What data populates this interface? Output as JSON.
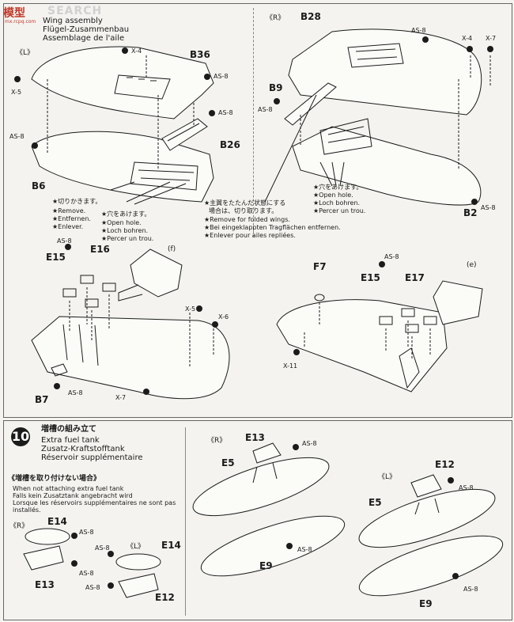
{
  "watermark": {
    "brand_cn": "模型",
    "brand_en": "SEARCH",
    "brand_url": "mx.rcpq.com"
  },
  "step9": {
    "title_en": "Wing assembly",
    "title_de": "Flügel-Zusammenbau",
    "title_fr": "Assemblage de l'aile",
    "left_panel": {
      "side": "《L》",
      "parts": [
        "X-4",
        "X-5",
        "B36",
        "AS-8",
        "AS-8",
        "B26",
        "B6"
      ],
      "note_cut": [
        "★切りかきます。",
        "★Remove.",
        "★Entfernen.",
        "★Enlever."
      ],
      "note_hole": [
        "★穴をあけます。",
        "★Open hole.",
        "★Loch bohren.",
        "★Percer un trou."
      ]
    },
    "right_panel": {
      "side": "《R》",
      "parts": [
        "B28",
        "AS-8",
        "X-4",
        "X-7",
        "B9",
        "AS-8",
        "B2",
        "AS-8"
      ],
      "note_hole": [
        "★穴をあけます。",
        "★Open hole.",
        "★Loch bohren.",
        "★Percer un trou."
      ],
      "note_folded": [
        "★主翼をたたんだ状態にする",
        "場合は、切り取ります。",
        "★Remove for folded wings.",
        "★Bei eingeklappten Tragflächen entfernen.",
        "★Enlever pour ailes repliées."
      ]
    },
    "lower_left": {
      "parts": [
        "AS-8",
        "E15",
        "E16",
        "(f)",
        "X-5",
        "X-6",
        "B7",
        "AS-8",
        "X-7"
      ]
    },
    "lower_right": {
      "parts": [
        "F7",
        "AS-8",
        "E15",
        "E17",
        "(e)",
        "X-11"
      ]
    }
  },
  "step10": {
    "number": "10",
    "title_jp": "増槽の組み立て",
    "title_en": "Extra fuel tank",
    "title_de": "Zusatz-Kraftstofftank",
    "title_fr": "Réservoir supplémentaire",
    "sub_jp": "《増槽を取り付けない場合》",
    "sub_en": "When not attaching extra fuel tank",
    "sub_de": "Falls kein Zusatztank angebracht wird",
    "sub_fr1": "Lorsque les réservoirs supplémentaires ne sont pas",
    "sub_fr2": "installés.",
    "small_r": {
      "side": "《R》",
      "parts": [
        "E14",
        "AS-8",
        "AS-8",
        "E13"
      ]
    },
    "small_l": {
      "side": "《L》",
      "parts": [
        "AS-8",
        "E14",
        "AS-8",
        "E12"
      ]
    },
    "tank_r": {
      "side": "《R》",
      "parts": [
        "E13",
        "AS-8",
        "E5",
        "AS-8",
        "E9"
      ]
    },
    "tank_l": {
      "side": "《L》",
      "parts": [
        "E12",
        "AS-8",
        "E5",
        "AS-8",
        "E9"
      ]
    }
  }
}
